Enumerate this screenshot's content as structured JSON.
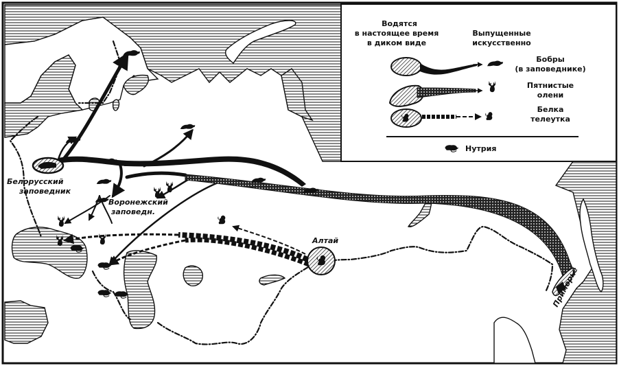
{
  "map": {
    "title": "Acclimatization of animals map",
    "places": {
      "belarus_reserve": "Белорусский заповедник",
      "belarus_reserve_line1": "Белорусский",
      "belarus_reserve_line2": "заповедник",
      "voronezh_reserve_line1": "Воронежский",
      "voronezh_reserve_line2": "заповедн.",
      "altai": "Алтай",
      "primorye": "Приморье"
    }
  },
  "legend": {
    "header_wild": [
      "Водятся",
      "в настоящее время",
      "в диком виде"
    ],
    "header_released": [
      "Выпущенные",
      "искусственно"
    ],
    "items": [
      {
        "name_lines": [
          "Бобры",
          "(в заповеднике)"
        ],
        "icon": "beaver-icon",
        "style": "solid"
      },
      {
        "name_lines": [
          "Пятнистые",
          "олени"
        ],
        "icon": "deer-icon",
        "style": "spotted"
      },
      {
        "name_lines": [
          "Белка",
          "телеутка"
        ],
        "icon": "squirrel-icon",
        "style": "dashed"
      }
    ],
    "nutria_label": "Нутрия",
    "nutria_icon": "nutria-icon"
  },
  "colors": {
    "ink": "#111111",
    "paper": "#ffffff"
  }
}
